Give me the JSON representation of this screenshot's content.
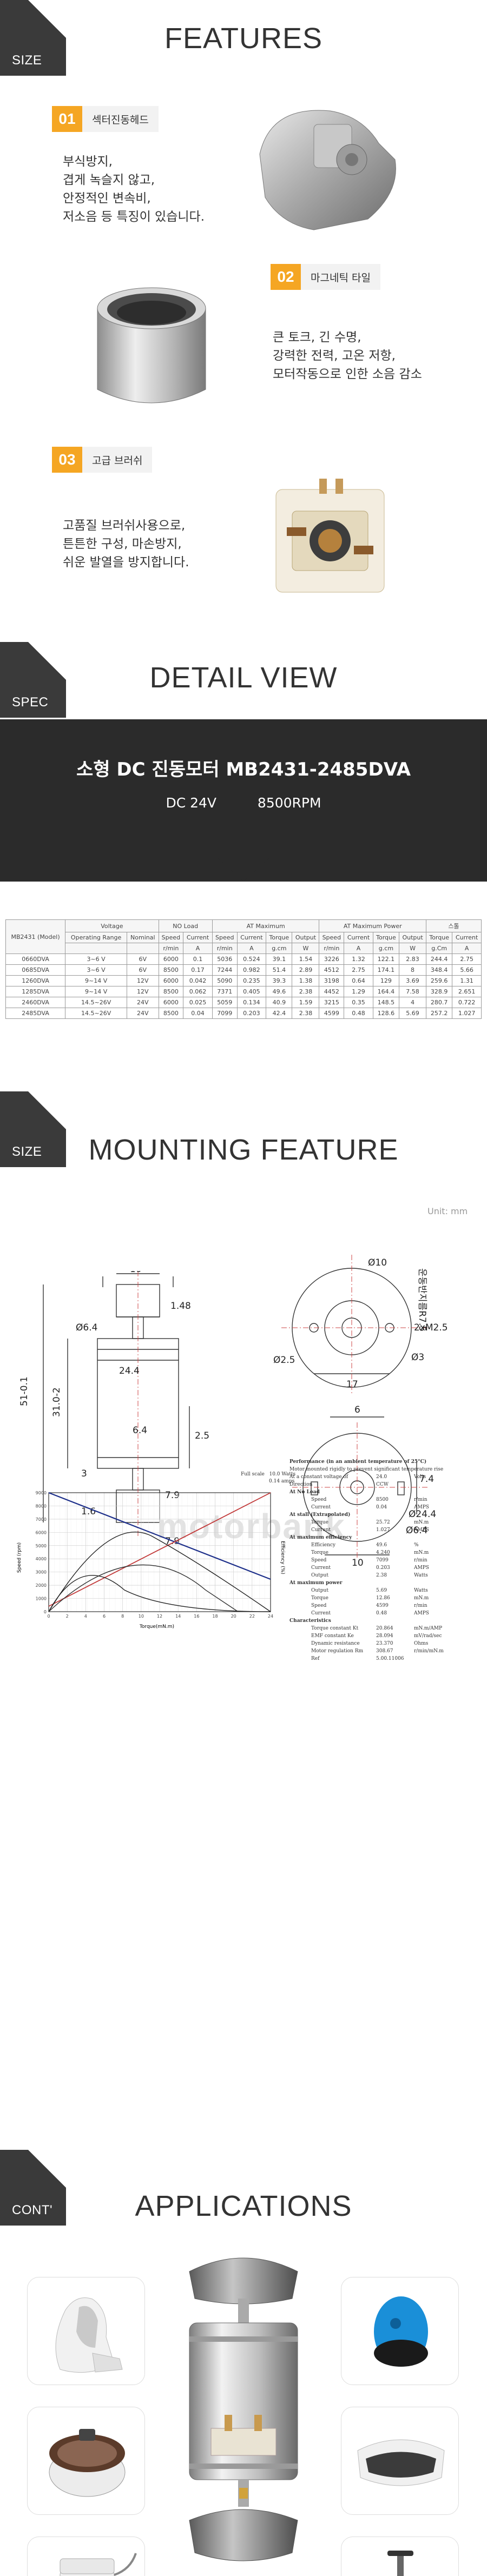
{
  "sections": {
    "size1": {
      "tag": "SIZE",
      "title": "FEATURES"
    },
    "spec": {
      "tag": "SPEC",
      "title": "DETAIL VIEW"
    },
    "size2": {
      "tag": "SIZE",
      "title": "MOUNTING FEATURE"
    },
    "cont": {
      "tag": "CONT'",
      "title": "APPLICATIONS"
    }
  },
  "features": [
    {
      "num": "01",
      "label": "섹터진동헤드",
      "lines": [
        "부식방지,",
        "겹게 녹슬지 않고,",
        "안정적인 변속비,",
        "저소음 등 특징이 있습니다."
      ]
    },
    {
      "num": "02",
      "label": "마그네틱 타일",
      "lines": [
        "큰 토크, 긴 수명,",
        "강력한 전력, 고온 저항,",
        "모터작동으로 인한 소음 감소"
      ]
    },
    {
      "num": "03",
      "label": "고급 브러쉬",
      "lines": [
        "고품질 브러쉬사용으로,",
        "튼튼한 구성, 마손방지,",
        "쉬운 발열을 방지합니다."
      ]
    }
  ],
  "banner": {
    "title": "소형  DC 진동모터  MB2431-2485DVA",
    "voltage": "DC 24V",
    "rpm": "8500RPM"
  },
  "spec_table": {
    "header_row1": [
      "MB2431 (Model)",
      "Voltage",
      "NO Load",
      "AT Maximum",
      "AT Maximum Power",
      "스톨"
    ],
    "header_row2": [
      "Operating Range",
      "Nominal",
      "Speed",
      "Current",
      "Speed",
      "Current",
      "Torque",
      "Output",
      "Speed",
      "Current",
      "Torque",
      "Output",
      "Torque",
      "Current"
    ],
    "header_row3": [
      "",
      "",
      "r/min",
      "A",
      "r/min",
      "A",
      "g.cm",
      "W",
      "r/min",
      "A",
      "g.cm",
      "W",
      "g.Cm",
      "A"
    ],
    "rows": [
      [
        "0660DVA",
        "3~6 V",
        "6V",
        "6000",
        "0.1",
        "5036",
        "0.524",
        "39.1",
        "1.54",
        "3226",
        "1.32",
        "122.1",
        "2.83",
        "244.4",
        "2.75"
      ],
      [
        "0685DVA",
        "3~6 V",
        "6V",
        "8500",
        "0.17",
        "7244",
        "0.982",
        "51.4",
        "2.89",
        "4512",
        "2.75",
        "174.1",
        "8",
        "348.4",
        "5.66"
      ],
      [
        "1260DVA",
        "9~14 V",
        "12V",
        "6000",
        "0.042",
        "5090",
        "0.235",
        "39.3",
        "1.38",
        "3198",
        "0.64",
        "129",
        "3.69",
        "259.6",
        "1.31"
      ],
      [
        "1285DVA",
        "9~14 V",
        "12V",
        "8500",
        "0.062",
        "7371",
        "0.405",
        "49.6",
        "2.38",
        "4452",
        "1.29",
        "164.4",
        "7.58",
        "328.9",
        "2.651"
      ],
      [
        "2460DVA",
        "14.5~26V",
        "24V",
        "6000",
        "0.025",
        "5059",
        "0.134",
        "40.9",
        "1.59",
        "3215",
        "0.35",
        "148.5",
        "4",
        "280.7",
        "0.722"
      ],
      [
        "2485DVA",
        "14.5~26V",
        "24V",
        "8500",
        "0.04",
        "7099",
        "0.203",
        "42.4",
        "2.38",
        "4599",
        "0.48",
        "128.6",
        "5.69",
        "257.2",
        "1.027"
      ]
    ]
  },
  "drawing": {
    "unit": "Unit: mm",
    "dims": {
      "d10": "10",
      "d148": "1.48",
      "d64a": "Ø6.4",
      "d244": "24.4",
      "d25": "2.5",
      "d310": "31.0-2",
      "d510": "51-0.1",
      "d3": "3",
      "d64b": "6.4",
      "d16": "1.6",
      "d79a": "7.9",
      "d79b": "7.9",
      "dphi10": "Ø10",
      "r75": "운동반지름R7.5",
      "m25": "2xM2.5",
      "phi25": "Ø2.5",
      "d17": "17",
      "phi3": "Ø3",
      "d6": "6",
      "d74": "7.4",
      "phi244": "Ø24.4",
      "phi64": "Ø6.4",
      "d10b": "10"
    },
    "watermark": "motorbank"
  },
  "perf_chart": {
    "legend": [
      "Full scale",
      "10.0",
      "Watts",
      "0.14",
      "amps"
    ],
    "xlabel": "Torque(mN.m)",
    "ylabel_left": "Speed (rpm)",
    "ylabel_right": "Efficiency (%)",
    "x_ticks": [
      "0",
      "2",
      "4",
      "6",
      "8",
      "10",
      "12",
      "14",
      "16",
      "18",
      "20",
      "22",
      "24"
    ],
    "y_ticks": [
      "0",
      "1000",
      "2000",
      "3000",
      "4000",
      "5000",
      "6000",
      "7000",
      "8000",
      "9000"
    ]
  },
  "perf_text": {
    "title": "Performance (in an ambient temperature of 25°C)",
    "subtitle": "Motor mounted rigidly to prevent significant temperature rise",
    "rows": [
      [
        "At a constant voltage of",
        "24.0",
        "Volts"
      ],
      [
        "Direction",
        "CCW",
        ""
      ],
      [
        "At No Load",
        "",
        ""
      ],
      [
        "Speed",
        "8500",
        "r/min"
      ],
      [
        "Current",
        "0.04",
        "AMPS"
      ],
      [
        "At stall (Extrapolated)",
        "",
        ""
      ],
      [
        "Torque",
        "25.72",
        "mN.m"
      ],
      [
        "Current",
        "1.027",
        "AMPS"
      ],
      [
        "At maximum efficiency",
        "",
        ""
      ],
      [
        "Efficiency",
        "49.6",
        "%"
      ],
      [
        "Torque",
        "4.240",
        "mN.m"
      ],
      [
        "Speed",
        "7099",
        "r/min"
      ],
      [
        "Current",
        "0.203",
        "AMPS"
      ],
      [
        "Output",
        "2.38",
        "Watts"
      ],
      [
        "At maximum power",
        "",
        ""
      ],
      [
        "Output",
        "5.69",
        "Watts"
      ],
      [
        "Torque",
        "12.86",
        "mN.m"
      ],
      [
        "Speed",
        "4599",
        "r/min"
      ],
      [
        "Current",
        "0.48",
        "AMPS"
      ],
      [
        "Characteristics",
        "",
        ""
      ],
      [
        "Torque constant  Kt",
        "20.864",
        "mN.m/AMP"
      ],
      [
        "EMF constant  Ke",
        "28.094",
        "mV/rad/sec"
      ],
      [
        "Dynamic resistance",
        "23.370",
        "Ohms"
      ],
      [
        "Motor regulation  Rm",
        "308.67",
        "r/min/mN.m"
      ],
      [
        "Ref",
        "5.00.11006",
        ""
      ]
    ]
  },
  "colors": {
    "accent": "#f5a623",
    "dark": "#2b2b2b",
    "tag": "#3a3a3a"
  }
}
